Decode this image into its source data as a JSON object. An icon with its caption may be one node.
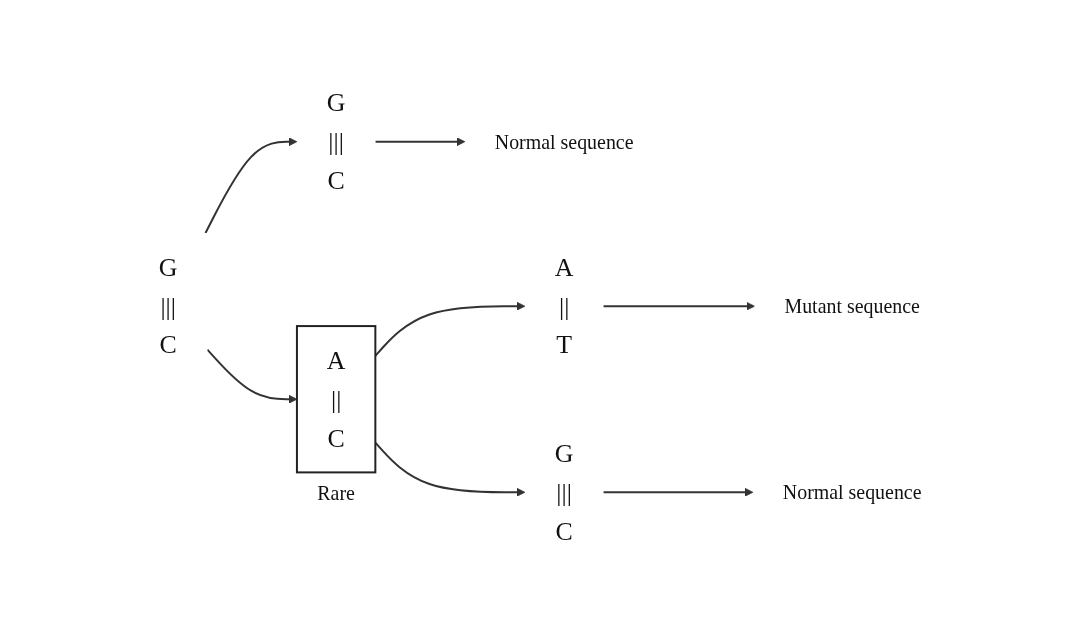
{
  "diagram": {
    "nodes": [
      {
        "text": [
          "G",
          "|||",
          "C"
        ]
      },
      {
        "text": [
          "G",
          "|||",
          "C"
        ]
      },
      {
        "text": [
          "Normal sequence"
        ]
      },
      {
        "text": [
          "A",
          "||",
          "C"
        ],
        "beside": [
          "Rare"
        ]
      },
      {
        "text": [
          "A",
          "||",
          "T"
        ]
      },
      {
        "text": [
          "Mutant sequence"
        ]
      },
      {
        "text": [
          "G",
          "|||",
          "C"
        ]
      },
      {
        "text": [
          "Normal sequence"
        ]
      }
    ],
    "edges": [
      {
        "from": 0,
        "to": 1,
        "arrow": "to"
      },
      {
        "from": 1,
        "to": 2,
        "arrow": "to"
      },
      {
        "from": 0,
        "to": 3,
        "arrow": "to"
      },
      {
        "from": 3,
        "to": 4,
        "arrow": "to"
      },
      {
        "from": 4,
        "to": 5,
        "arrow": "to"
      },
      {
        "from": 3,
        "to": 6,
        "arrow": "to"
      },
      {
        "from": 6,
        "to": 7,
        "arrow": "to"
      }
    ]
  }
}
